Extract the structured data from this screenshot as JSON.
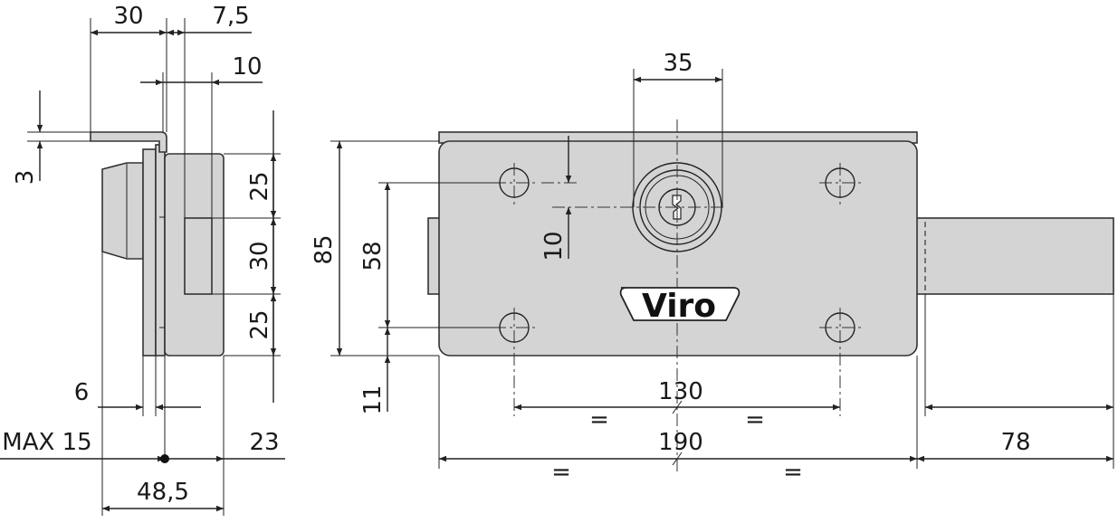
{
  "brand": {
    "logo_text": "Viro",
    "color": "#111111"
  },
  "colors": {
    "body_fill": "#d4d4d4",
    "line": "#222222",
    "background": "#ffffff"
  },
  "side_view": {
    "dims": {
      "d30": "30",
      "d7_5": "7,5",
      "d10": "10",
      "d3": "3",
      "d25_top": "25",
      "d30_mid": "30",
      "d25_bot": "25",
      "d6": "6",
      "max15": "MAX 15",
      "d23": "23",
      "d48_5": "48,5"
    }
  },
  "front_view": {
    "dims": {
      "d35": "35",
      "d85": "85",
      "d58": "58",
      "d10": "10",
      "d11": "11",
      "d130": "130",
      "d190": "190",
      "d78": "78",
      "equal": "="
    }
  }
}
